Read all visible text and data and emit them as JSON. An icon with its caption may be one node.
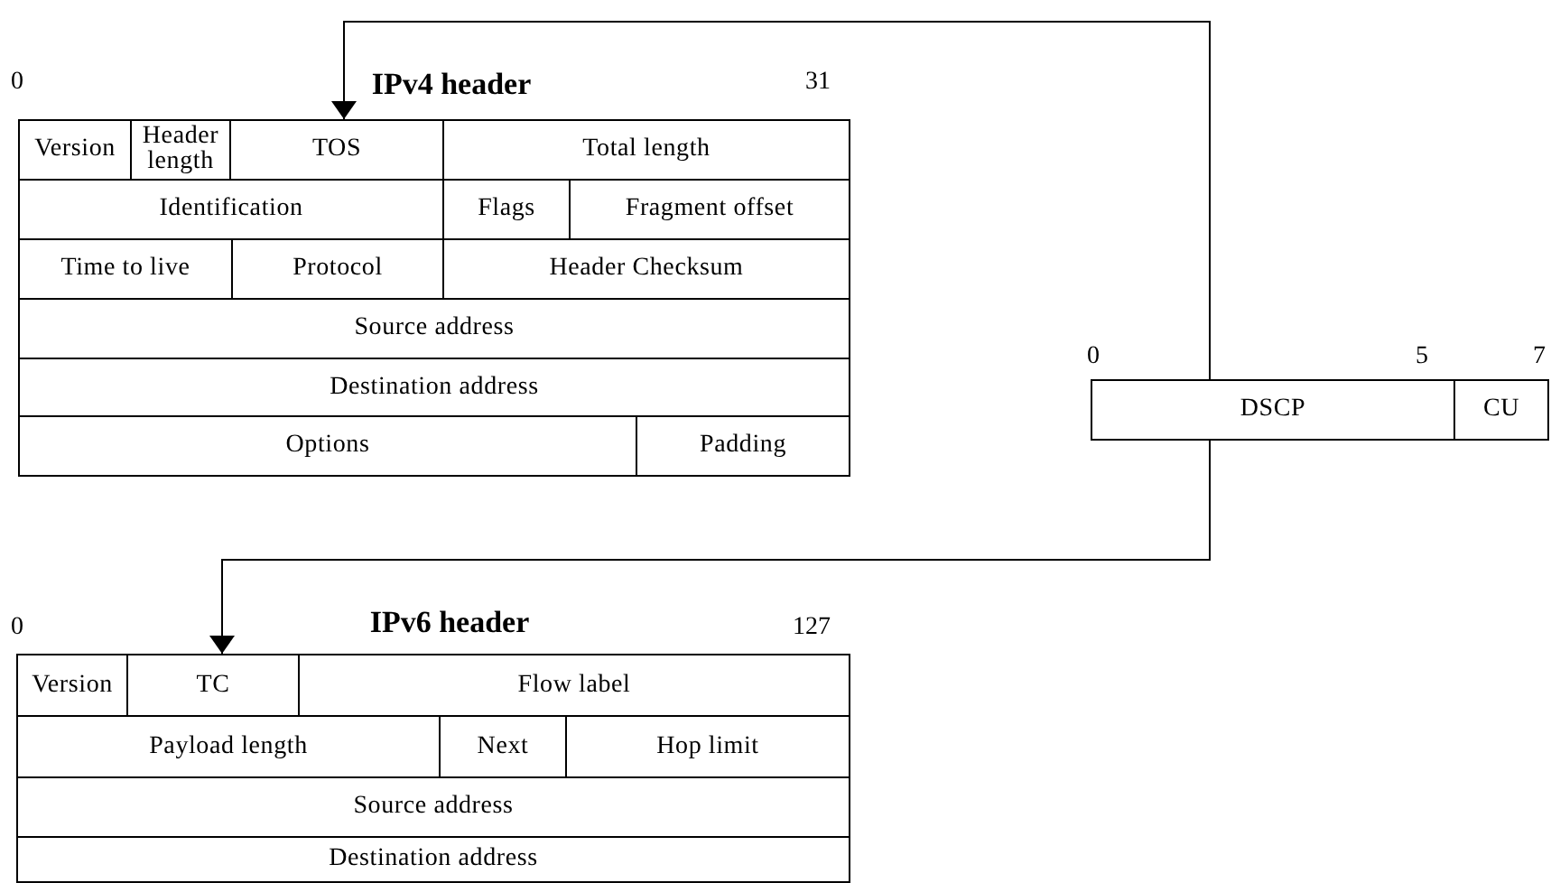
{
  "diagram": {
    "nodes": [
      {
        "text": [
          "IPv4 header"
        ]
      },
      {
        "text": [
          "Version"
        ],
        "in": 0
      },
      {
        "text": [
          "Header length"
        ],
        "in": 0
      },
      {
        "text": [
          "TOS"
        ],
        "in": 0
      },
      {
        "text": [
          "Total length"
        ],
        "in": 0
      },
      {
        "text": [
          "Identification"
        ],
        "in": 0
      },
      {
        "text": [
          "Flags"
        ],
        "in": 0
      },
      {
        "text": [
          "Fragment offset"
        ],
        "in": 0
      },
      {
        "text": [
          "Time to live"
        ],
        "in": 0
      },
      {
        "text": [
          "Protocol"
        ],
        "in": 0
      },
      {
        "text": [
          "Header Checksum"
        ],
        "in": 0
      },
      {
        "text": [
          "Source address"
        ],
        "in": 0
      },
      {
        "text": [
          "Destination address"
        ],
        "in": 0
      },
      {
        "text": [
          "Options"
        ],
        "in": 0
      },
      {
        "text": [
          "Padding"
        ],
        "in": 0
      },
      {
        "text": [
          "DSCP"
        ]
      },
      {
        "text": [
          "CU"
        ]
      },
      {
        "text": [
          "IPv6 header"
        ]
      },
      {
        "text": [
          "Version"
        ],
        "in": 17
      },
      {
        "text": [
          "TC"
        ],
        "in": 17
      },
      {
        "text": [
          "Flow label"
        ],
        "in": 17
      },
      {
        "text": [
          "Payload length"
        ],
        "in": 17
      },
      {
        "text": [
          "Next"
        ],
        "in": 17
      },
      {
        "text": [
          "Hop limit"
        ],
        "in": 17
      },
      {
        "text": [
          "Source address"
        ],
        "in": 17
      },
      {
        "text": [
          "Destination address"
        ],
        "in": 17
      }
    ],
    "edges": [
      {
        "from": 15,
        "to": 3,
        "arrow": "to"
      },
      {
        "from": 15,
        "to": 19,
        "arrow": "to"
      }
    ],
    "labels": [
      "0",
      "31",
      "0",
      "5",
      "7",
      "0",
      "127"
    ]
  }
}
